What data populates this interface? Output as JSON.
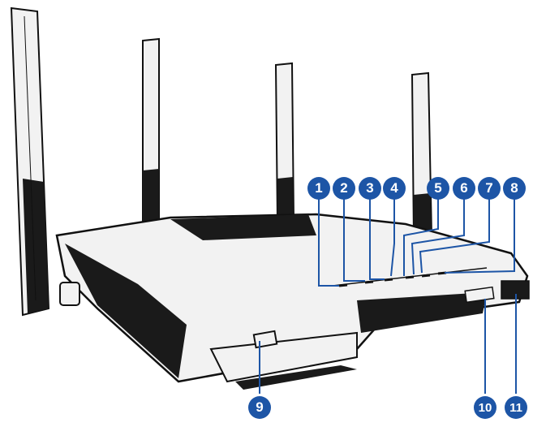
{
  "callouts": [
    {
      "label": "1"
    },
    {
      "label": "2"
    },
    {
      "label": "3"
    },
    {
      "label": "4"
    },
    {
      "label": "5"
    },
    {
      "label": "6"
    },
    {
      "label": "7"
    },
    {
      "label": "8"
    },
    {
      "label": "9"
    },
    {
      "label": "10"
    },
    {
      "label": "11"
    }
  ],
  "colors": {
    "callout": "#1d55a6",
    "router_dark": "#1a1a1a",
    "router_light": "#f2f2f2",
    "outline": "#111111"
  }
}
